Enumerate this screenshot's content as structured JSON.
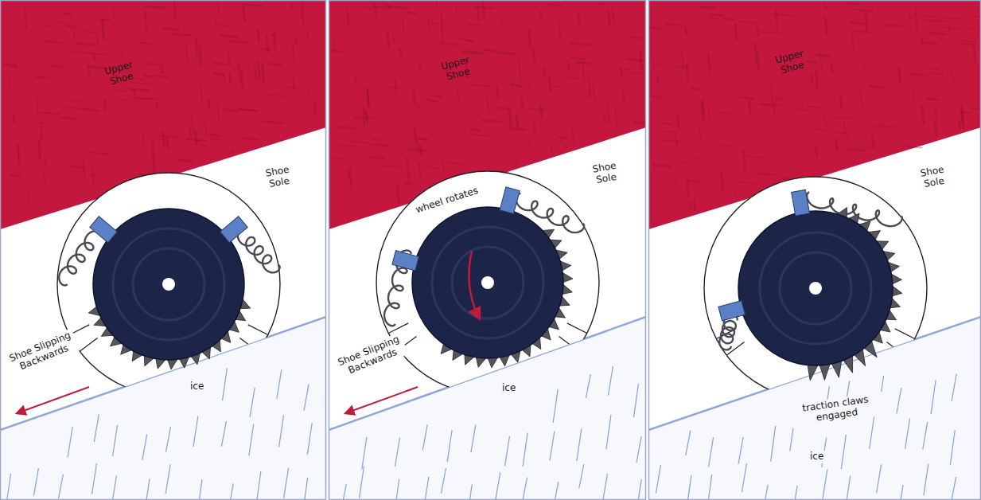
{
  "diagram": {
    "labels": [
      "Upper Shoe",
      "Shoe Sole",
      "Shoe Slipping Backwards",
      "ice",
      "Upper Shoe",
      "Shoe Sole",
      "wheel rotates",
      "Shoe Slipping Backwards",
      "ice",
      "Upper Shoe",
      "Shoe Sole",
      "traction claws engaged",
      "ice"
    ]
  }
}
